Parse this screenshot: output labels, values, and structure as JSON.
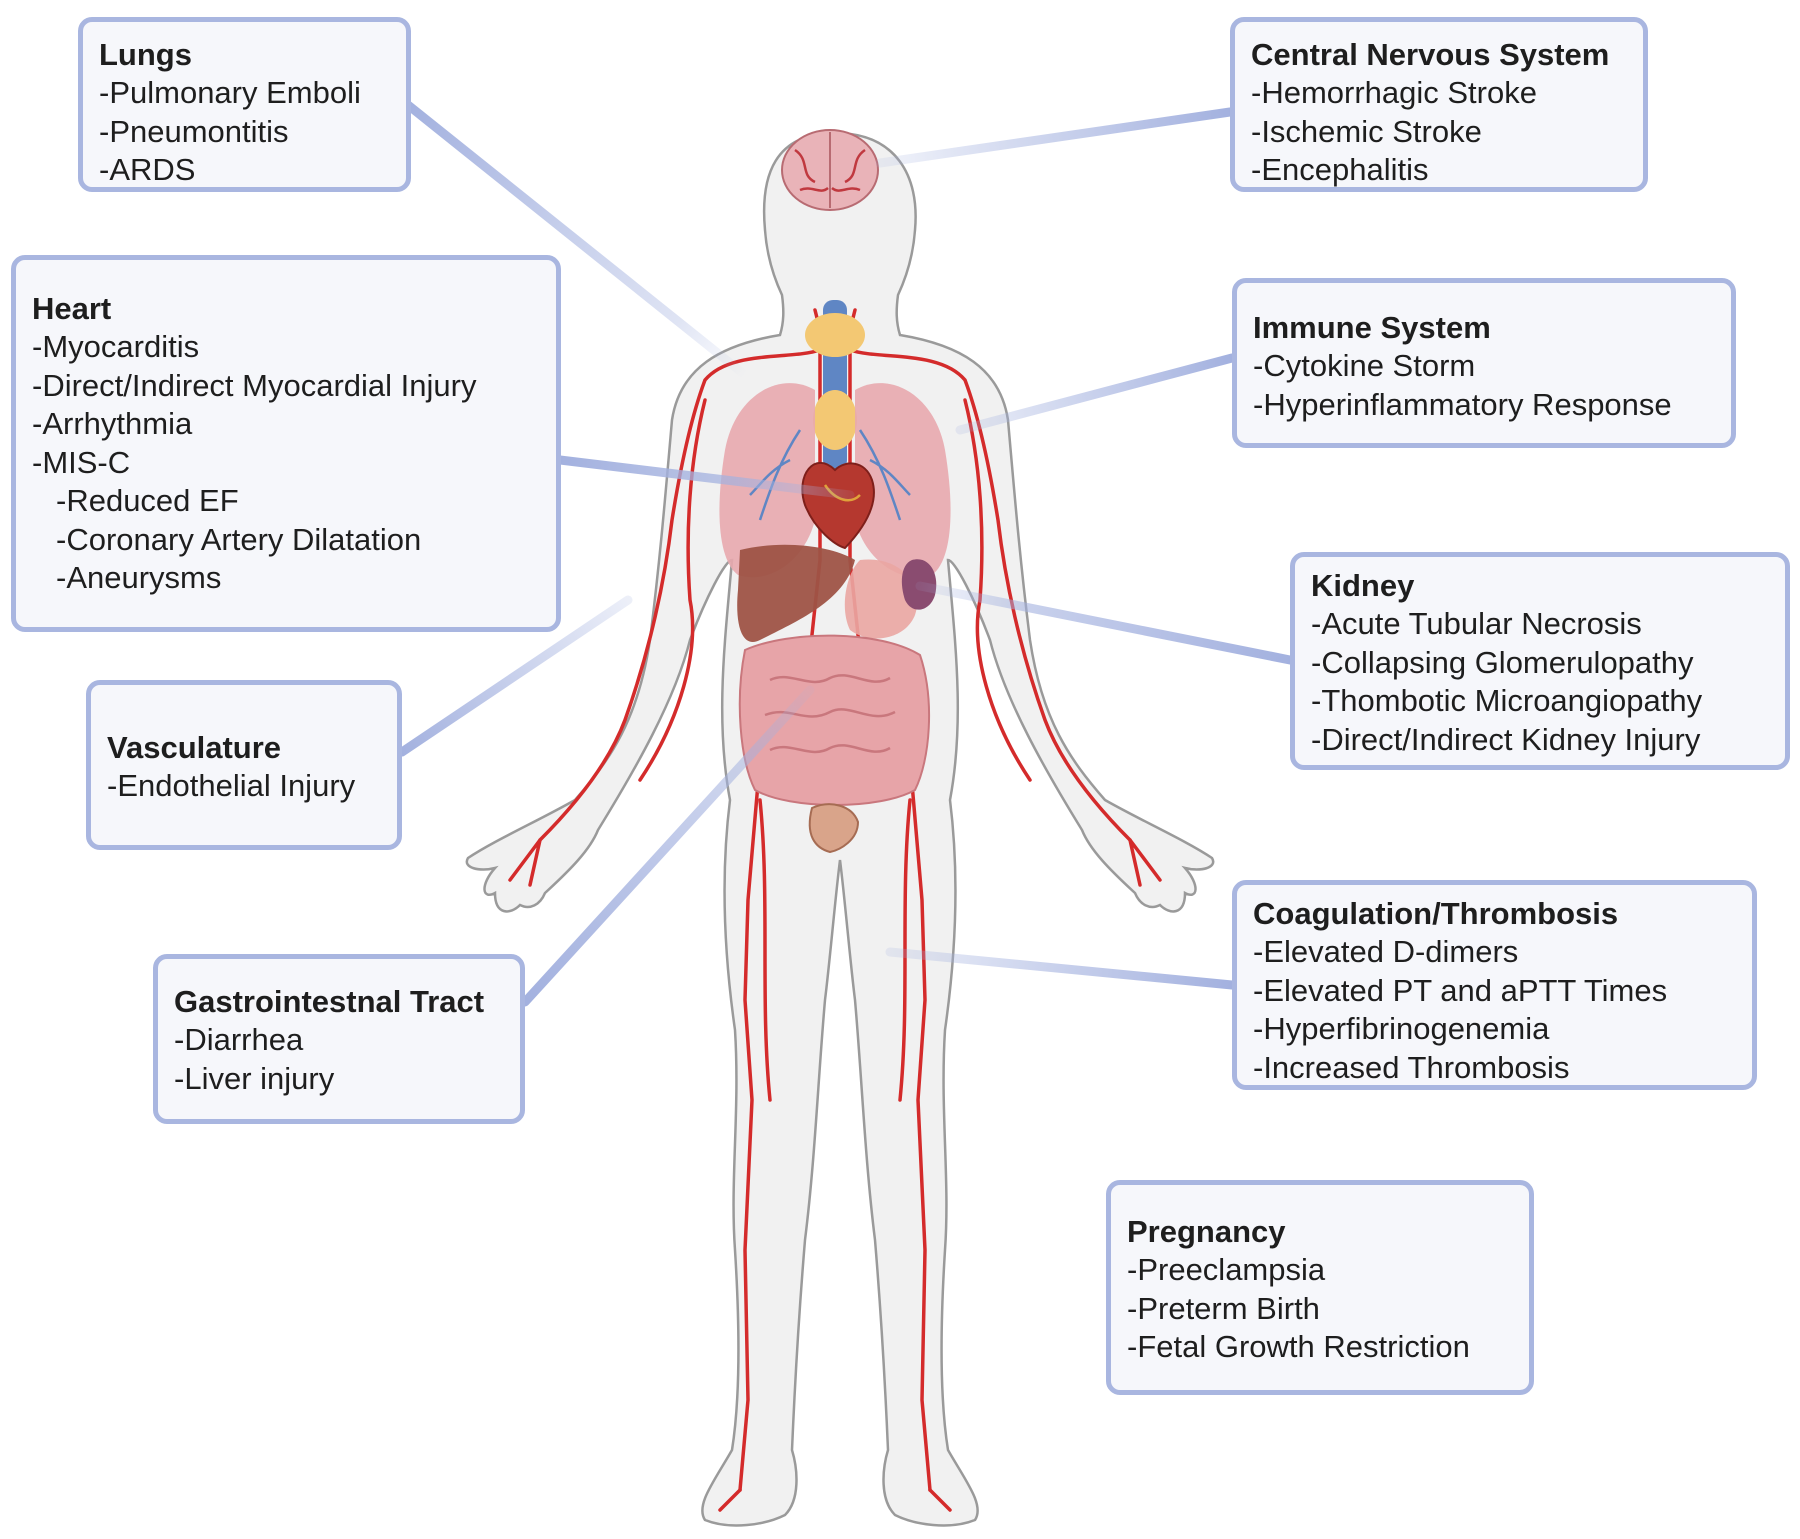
{
  "colors": {
    "box_border": "#a9b6e0",
    "box_fill": "#f6f7fb",
    "connector": "#a3b1df",
    "artery": "#d42b2b",
    "body_fill": "#f1f1f1",
    "body_outline": "#9a9a9a",
    "lung": "#e8a8ae",
    "liver": "#9e5346",
    "intestine": "#e7a4a8",
    "thyroid": "#f3c873",
    "trachea": "#5f86c4"
  },
  "icons": [
    "human-body-figure",
    "brain-icon",
    "lungs-icon",
    "heart-icon",
    "liver-icon",
    "kidney-icon",
    "intestines-icon",
    "bladder-icon",
    "thyroid-icon",
    "arteries"
  ],
  "boxes": {
    "lungs": {
      "title": "Lungs",
      "items": [
        "-Pulmonary Emboli",
        "-Pneumontitis",
        "-ARDS"
      ]
    },
    "heart": {
      "title": "Heart",
      "items": [
        "-Myocarditis",
        "-Direct/Indirect Myocardial Injury",
        "-Arrhythmia",
        "-MIS-C"
      ],
      "subitems": [
        "-Reduced EF",
        "-Coronary Artery Dilatation",
        "-Aneurysms"
      ]
    },
    "vasculature": {
      "title": "Vasculature",
      "items": [
        "-Endothelial Injury"
      ]
    },
    "gi": {
      "title": "Gastrointestnal Tract",
      "items": [
        "-Diarrhea",
        "-Liver injury"
      ]
    },
    "cns": {
      "title": "Central Nervous System",
      "items": [
        "-Hemorrhagic Stroke",
        "-Ischemic Stroke",
        "-Encephalitis"
      ]
    },
    "immune": {
      "title": "Immune System",
      "items": [
        "-Cytokine Storm",
        "-Hyperinflammatory Response"
      ]
    },
    "kidney": {
      "title": "Kidney",
      "items": [
        "-Acute Tubular Necrosis",
        "-Collapsing Glomerulopathy",
        "-Thombotic Microangiopathy",
        "-Direct/Indirect Kidney Injury"
      ]
    },
    "coag": {
      "title": "Coagulation/Thrombosis",
      "items": [
        "-Elevated D-dimers",
        "-Elevated  PT and aPTT Times",
        "-Hyperfibrinogenemia",
        "-Increased Thrombosis"
      ]
    },
    "pregnancy": {
      "title": "Pregnancy",
      "items": [
        "-Preeclampsia",
        "-Preterm Birth",
        "-Fetal Growth Restriction"
      ]
    }
  }
}
